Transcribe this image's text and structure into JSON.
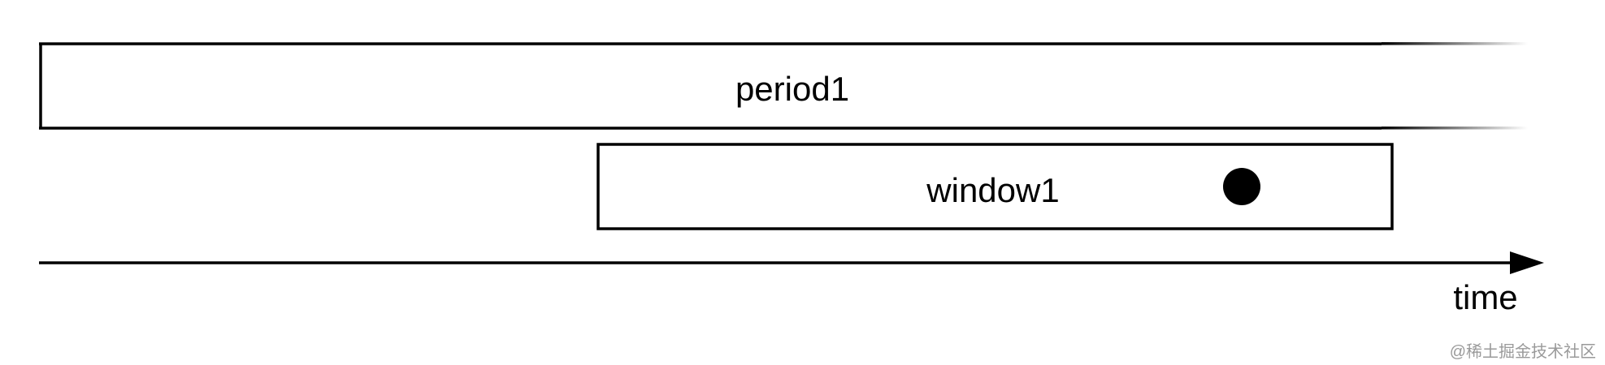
{
  "diagram": {
    "period_label": "period1",
    "window_label": "window1",
    "axis_label": "time",
    "watermark": "@稀土掘金技术社区"
  },
  "colors": {
    "stroke": "#000000",
    "background": "#ffffff",
    "watermark": "#9a9a9a"
  }
}
